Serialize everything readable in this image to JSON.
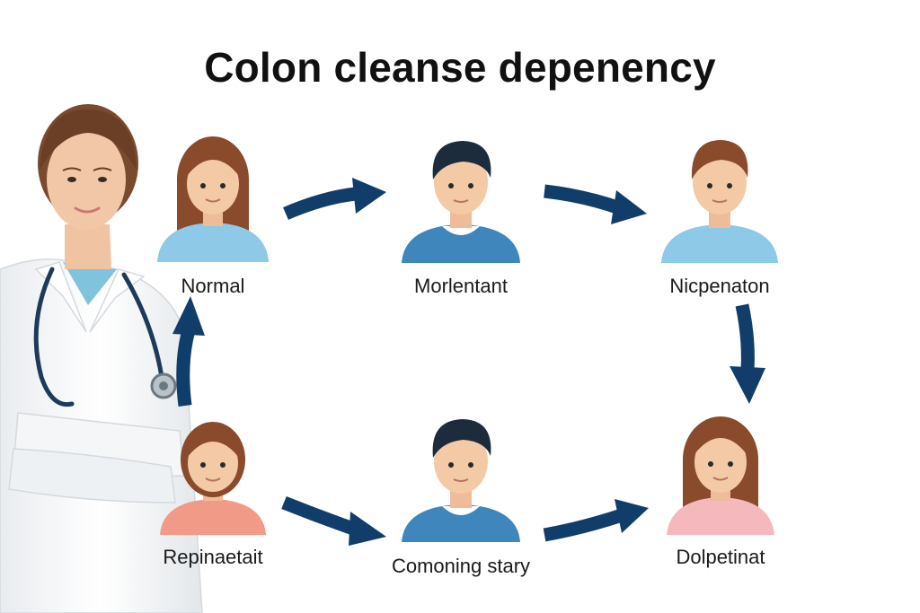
{
  "title": "Colon cleanse depenency",
  "colors": {
    "arrow": "#113d6b",
    "skin": "#f4c9a6",
    "hair_brown": "#8a4a2c",
    "hair_dark": "#1c2c3c",
    "shirt_light_blue": "#8ec9e8",
    "shirt_blue": "#3f86bd",
    "shirt_pink": "#f5b8bd",
    "shirt_salmon": "#f19a88",
    "coat": "#f7f8fa",
    "scrubs": "#7fc4dc"
  },
  "nodes": [
    {
      "label": "Normal",
      "icon": "woman-avatar-icon"
    },
    {
      "label": "Morlentant",
      "icon": "man-avatar-icon"
    },
    {
      "label": "Nicpenaton",
      "icon": "man-avatar-icon"
    },
    {
      "label": "Dolpetinat",
      "icon": "woman-avatar-icon"
    },
    {
      "label": "Comoning stary",
      "icon": "man-avatar-icon"
    },
    {
      "label": "Repinaetait",
      "icon": "woman-avatar-icon"
    }
  ],
  "doctor": {
    "icon": "doctor-photo"
  }
}
